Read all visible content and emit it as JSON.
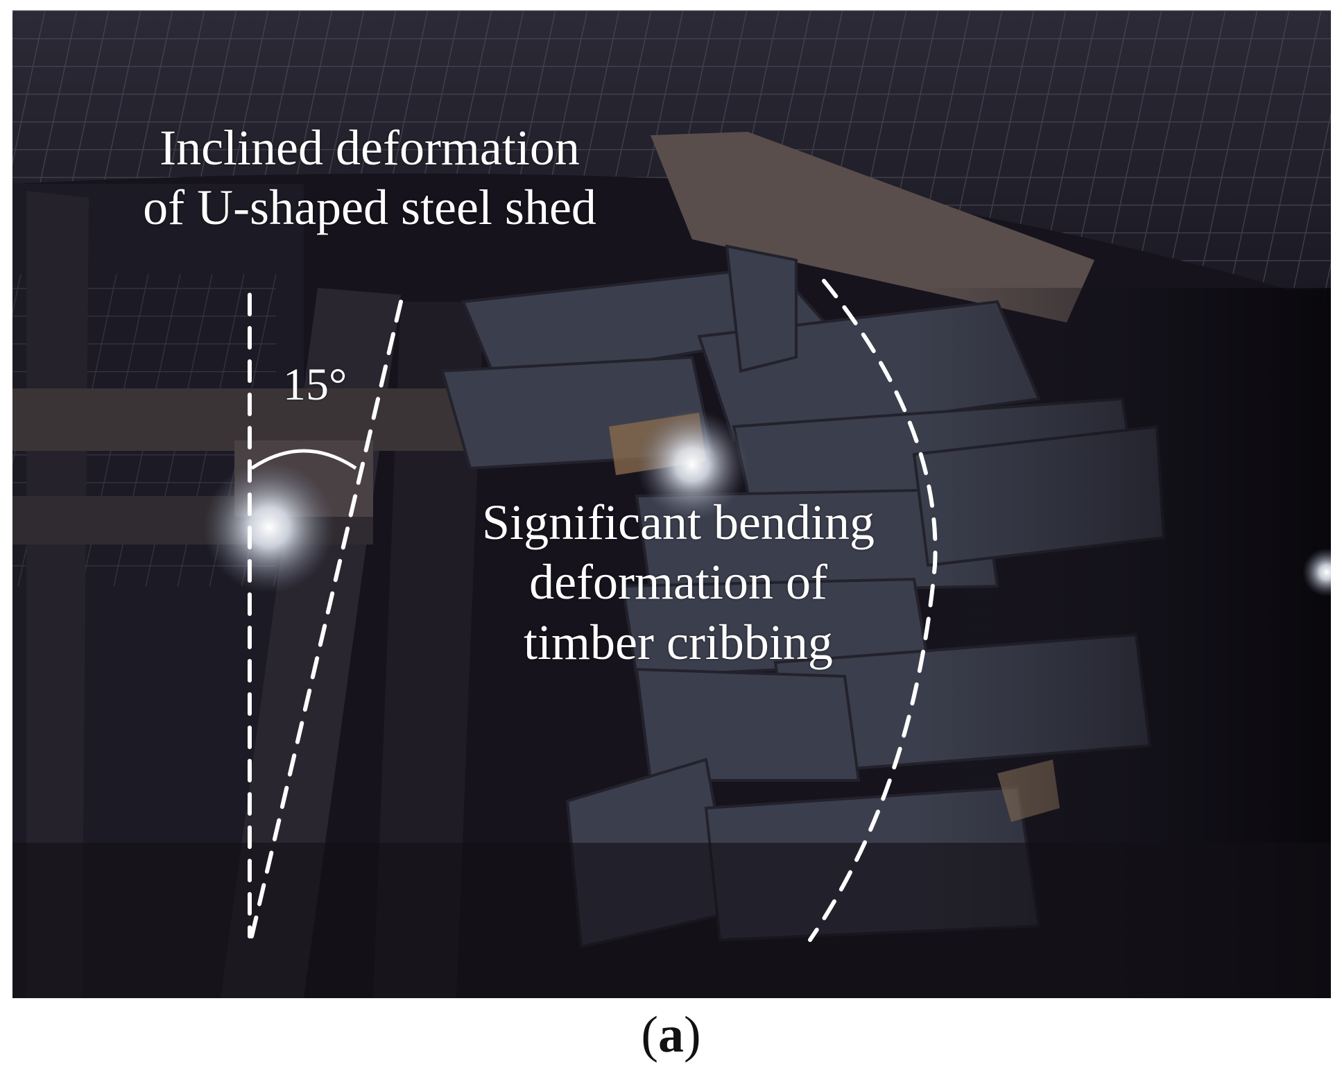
{
  "figure": {
    "annotations": {
      "shed_line1": "Inclined deformation",
      "shed_line2": "of U-shaped steel shed",
      "angle": "15°",
      "crib_line1": "Significant bending",
      "crib_line2": "deformation of",
      "crib_line3": "timber cribbing"
    },
    "caption_open": "(",
    "caption_letter": "a",
    "caption_close": ")"
  },
  "colors": {
    "annotation": "#ffffff",
    "photo_background": "#16131c"
  }
}
